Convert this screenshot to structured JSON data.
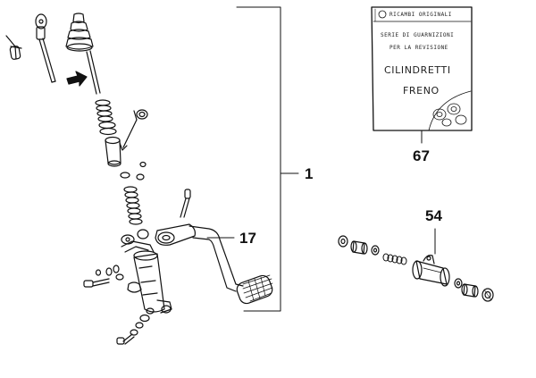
{
  "callouts": {
    "assembly": "1",
    "pedal": "17",
    "wheel_cylinder": "54",
    "seal_kit": "67"
  },
  "seal_kit_package": {
    "brand": "RICAMBI ORIGINALI",
    "line1": "SERIE DI GUARNIZIONI",
    "line2": "PER LA REVISIONE",
    "title_line1": "CILINDRETTI",
    "title_line2": "FRENO"
  },
  "colors": {
    "ink": "#111111",
    "background": "#ffffff"
  }
}
